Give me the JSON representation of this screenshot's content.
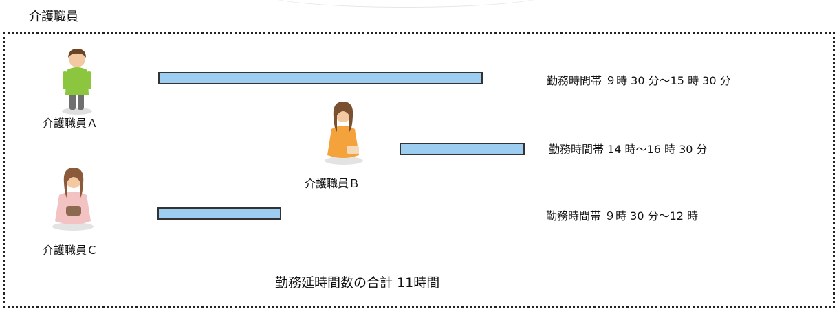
{
  "section_title": "介護職員",
  "workers": [
    {
      "label": "介護職員Ａ",
      "shift_label": "勤務時間帯 ９時 30 分～15 時 30 分",
      "figure": "man-green-shirt-icon"
    },
    {
      "label": "介護職員Ｂ",
      "shift_label": "勤務時間帯 14 時～16 時 30 分",
      "figure": "woman-orange-dress-icon"
    },
    {
      "label": "介護職員Ｃ",
      "shift_label": "勤務時間帯 ９時 30 分～12 時",
      "figure": "woman-pink-dress-icon"
    }
  ],
  "total_label": "勤務延時間数の合計 11時間",
  "colors": {
    "bar_fill": "#9ecdf2",
    "bar_border": "#333333",
    "frame_border": "#222222"
  }
}
